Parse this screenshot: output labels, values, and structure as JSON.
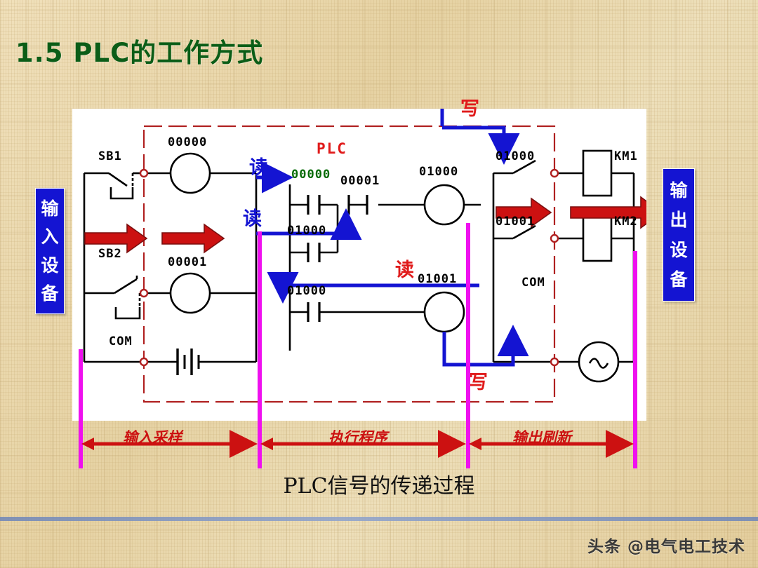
{
  "slide": {
    "title": "1.5  PLC的工作方式",
    "caption": "PLC信号的传递过程",
    "watermark": "头条 @电气电工技术",
    "title_color": "#0b5d17",
    "background_color": "#e9d7ac"
  },
  "boxes": {
    "input_device": {
      "label": "输入设备",
      "chars": [
        "输",
        "入",
        "设",
        "备"
      ],
      "color": "#1414d2"
    },
    "output_device": {
      "label": "输出设备",
      "chars": [
        "输",
        "出",
        "设",
        "备"
      ],
      "color": "#1414d2"
    }
  },
  "plc": {
    "label": "PLC",
    "color": "#e01b1b",
    "boundary": "red-dashed-box"
  },
  "input_circuit": {
    "switch1": "SB1",
    "switch2": "SB2",
    "common": "COM",
    "coil1": "00000",
    "coil2": "00001"
  },
  "ladder": {
    "rung1": {
      "contact_a": "00000",
      "contact_b": "00001",
      "contact_latch": "01000",
      "coil": "01000"
    },
    "rung2": {
      "contact_a": "01000",
      "coil": "01001"
    }
  },
  "output_circuit": {
    "switch1": "01000",
    "switch2": "01001",
    "relay1": "KM1",
    "relay2": "KM2",
    "common": "COM",
    "source": "~"
  },
  "annotations": {
    "read1": "读",
    "read2": "读",
    "read3": "读",
    "write1": "写",
    "write2": "写",
    "read_color": "#1414d2",
    "read_red_color": "#e01b1b",
    "write_color": "#e01b1b"
  },
  "phases": [
    {
      "label": "输入采样"
    },
    {
      "label": "执行程序"
    },
    {
      "label": "输出刷新"
    }
  ],
  "colors": {
    "arrow_red": "#cc1111",
    "flow_blue": "#1414d2",
    "divider_magenta": "#ef10ef",
    "plc_boundary": "#b02020",
    "wire_black": "#000000"
  }
}
